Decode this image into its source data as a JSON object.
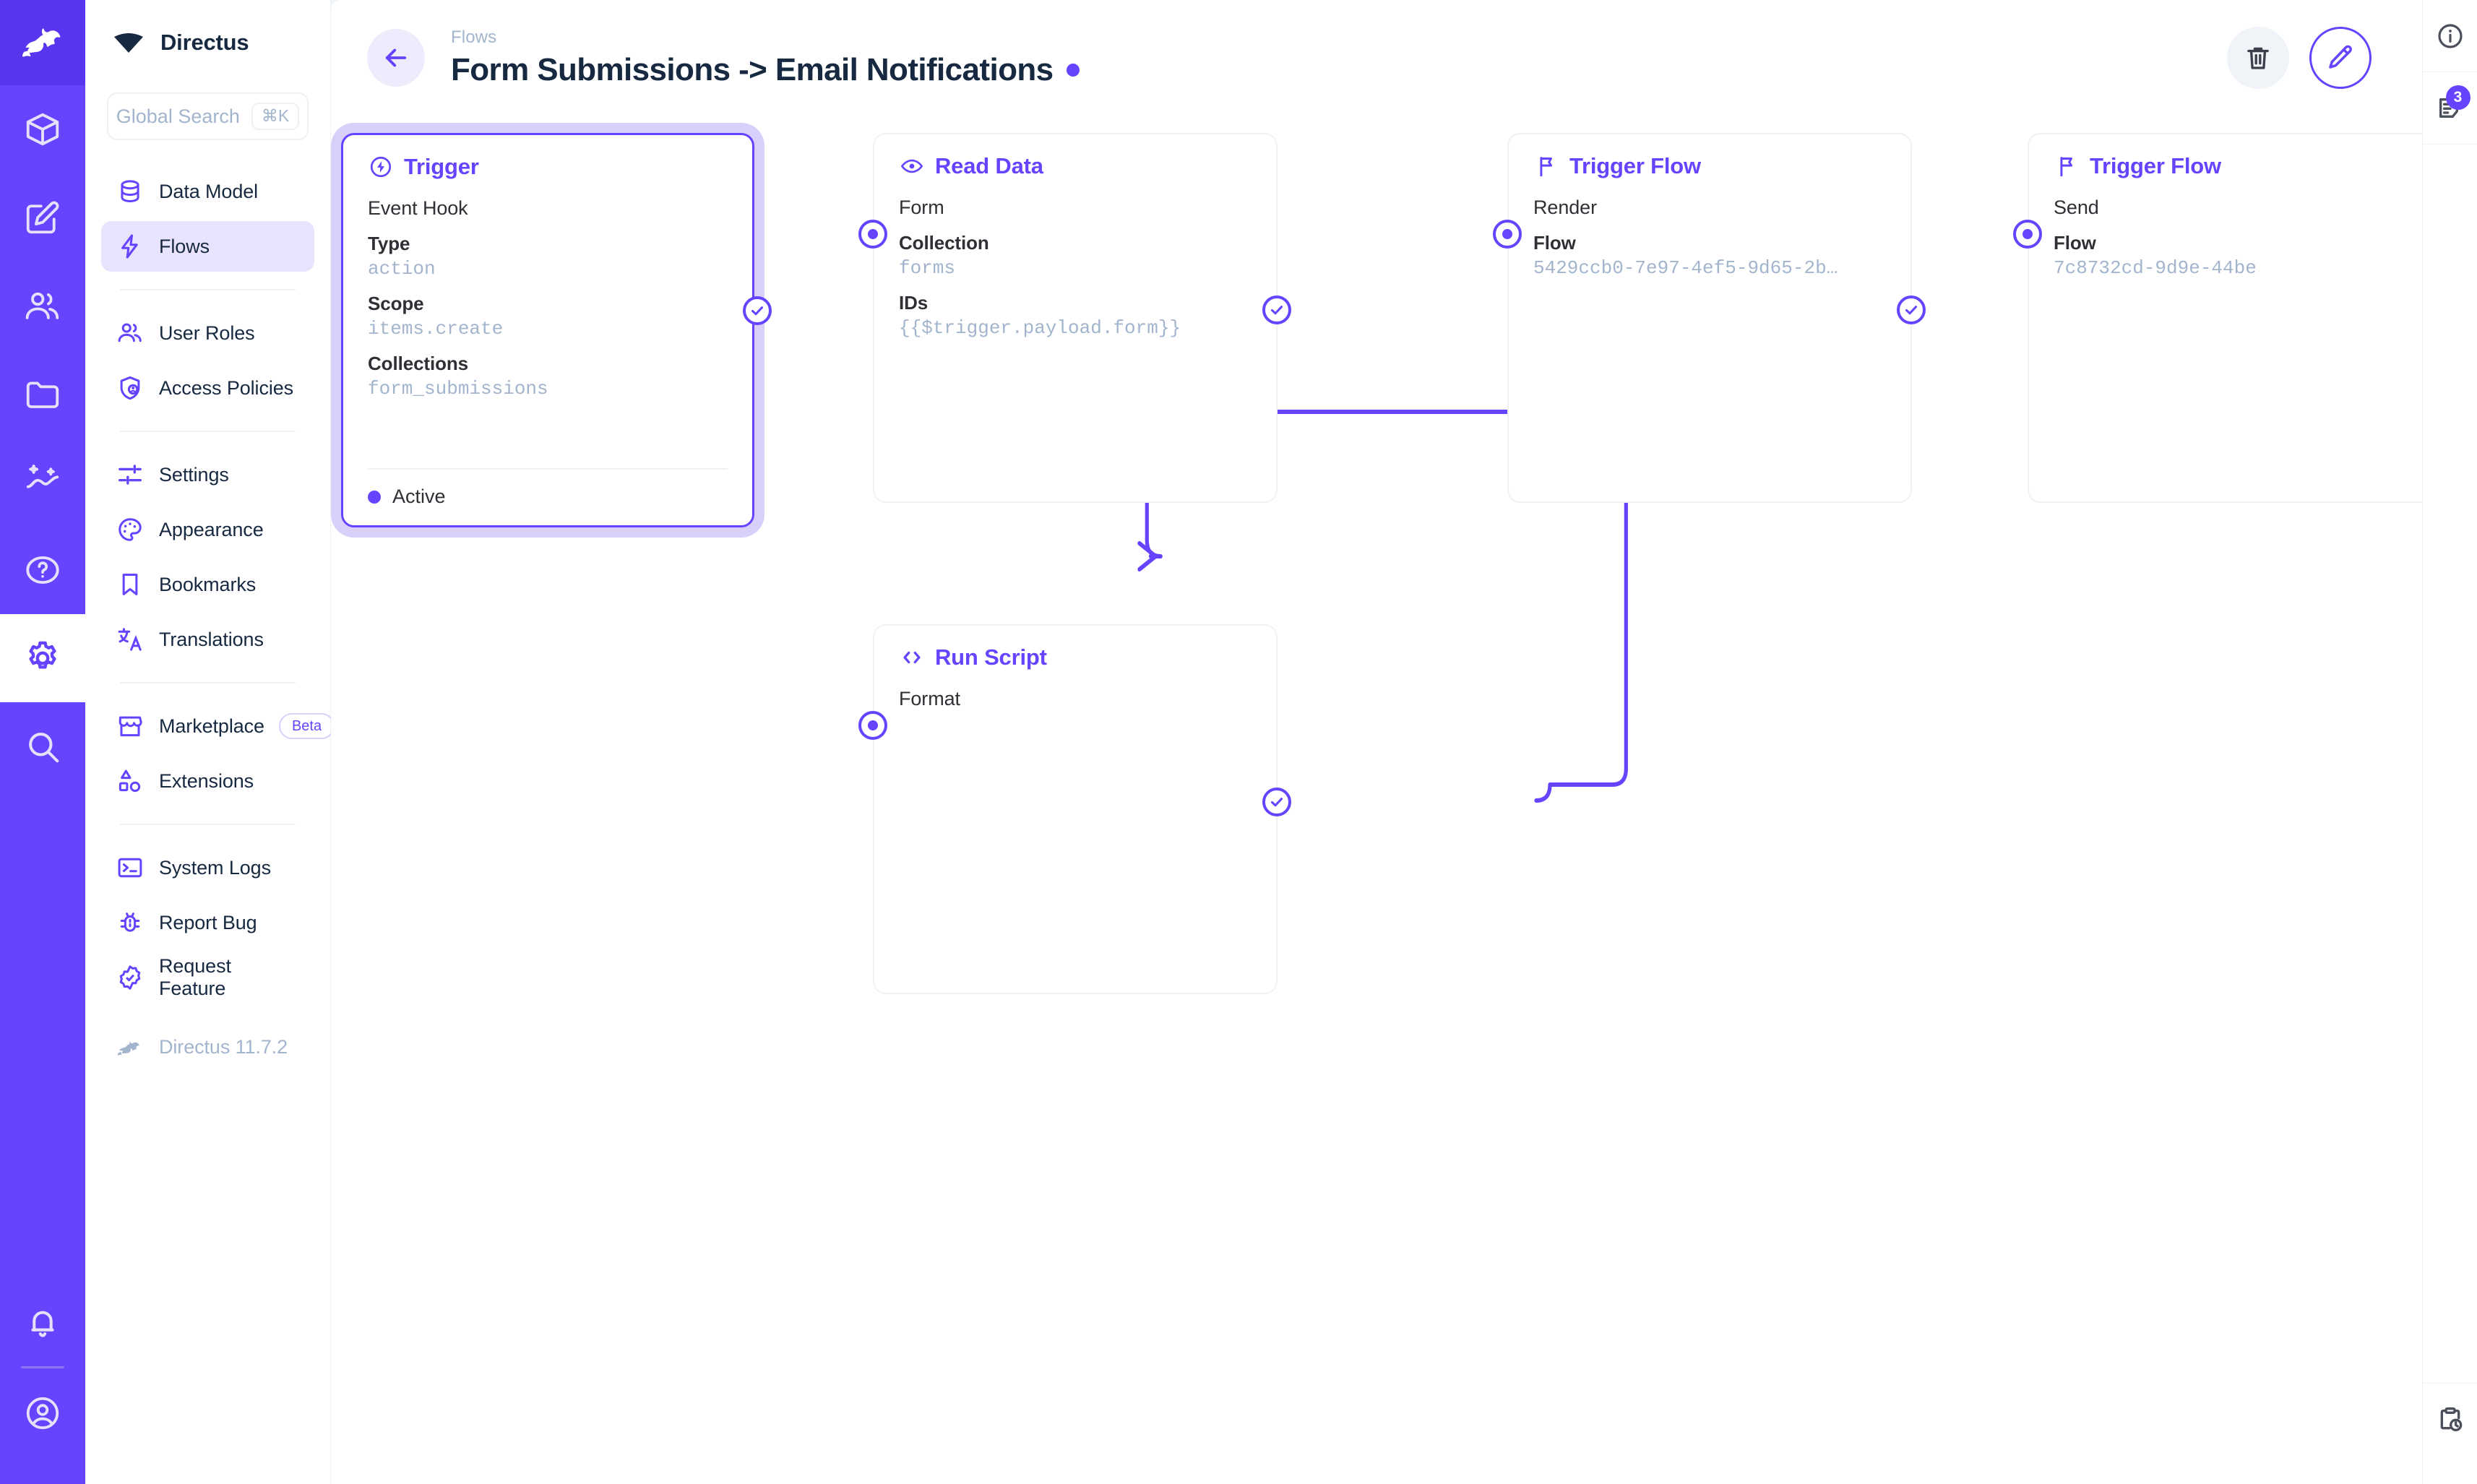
{
  "colors": {
    "brand": "#6644ff",
    "brand_dark": "#5a35f0",
    "selected_halo": "#d8d0fb",
    "muted_text": "#a2b5cd",
    "dark_text": "#172940",
    "canvas": "#ffffff",
    "panel_bg": "#f0f4f9"
  },
  "module_bar": {
    "logo": "directus-rabbit-logo",
    "items": [
      {
        "name": "content",
        "icon": "box-icon",
        "active": false
      },
      {
        "name": "editor",
        "icon": "edit-square-icon",
        "active": false
      },
      {
        "name": "users",
        "icon": "people-icon",
        "active": false
      },
      {
        "name": "files",
        "icon": "folder-icon",
        "active": false
      },
      {
        "name": "insights",
        "icon": "insights-icon",
        "active": false
      },
      {
        "name": "docs",
        "icon": "help-circle-icon",
        "active": false
      },
      {
        "name": "settings",
        "icon": "gear-icon",
        "active": true
      },
      {
        "name": "search",
        "icon": "search-icon",
        "active": false
      }
    ],
    "bottom": [
      {
        "name": "notifications",
        "icon": "bell-icon"
      },
      {
        "name": "account",
        "icon": "user-circle-icon"
      }
    ]
  },
  "sidebar": {
    "brand": "Directus",
    "search": {
      "placeholder": "Global Search",
      "shortcut": "⌘K"
    },
    "groups": [
      {
        "items": [
          {
            "label": "Data Model",
            "icon": "database-icon",
            "selected": false
          },
          {
            "label": "Flows",
            "icon": "bolt-icon",
            "selected": true
          }
        ]
      },
      {
        "items": [
          {
            "label": "User Roles",
            "icon": "people-icon",
            "selected": false
          },
          {
            "label": "Access Policies",
            "icon": "shield-person-icon",
            "selected": false
          }
        ]
      },
      {
        "items": [
          {
            "label": "Settings",
            "icon": "tune-icon",
            "selected": false
          },
          {
            "label": "Appearance",
            "icon": "palette-icon",
            "selected": false
          },
          {
            "label": "Bookmarks",
            "icon": "bookmark-icon",
            "selected": false
          },
          {
            "label": "Translations",
            "icon": "translate-icon",
            "selected": false
          }
        ]
      },
      {
        "items": [
          {
            "label": "Marketplace",
            "icon": "storefront-icon",
            "badge": "Beta",
            "selected": false
          },
          {
            "label": "Extensions",
            "icon": "shapes-icon",
            "selected": false
          }
        ]
      },
      {
        "items": [
          {
            "label": "System Logs",
            "icon": "terminal-icon",
            "selected": false
          },
          {
            "label": "Report Bug",
            "icon": "bug-icon",
            "selected": false
          },
          {
            "label": "Request Feature",
            "icon": "verified-icon",
            "selected": false
          }
        ]
      }
    ],
    "version": {
      "label": "Directus 11.7.2",
      "icon": "rabbit-icon"
    }
  },
  "header": {
    "back_icon": "arrow-left-icon",
    "breadcrumb": "Flows",
    "title": "Form Submissions -> Email Notifications",
    "status_dot": "active-indicator",
    "actions": [
      {
        "name": "delete-flow-button",
        "icon": "trash-icon"
      },
      {
        "name": "edit-flow-button",
        "icon": "pencil-icon"
      }
    ]
  },
  "right_rail": {
    "items": [
      {
        "name": "info-sidebar-button",
        "icon": "info-circle-icon",
        "badge": null
      },
      {
        "name": "logs-sidebar-button",
        "icon": "logs-icon",
        "badge": "3"
      }
    ],
    "bottom": {
      "name": "flow-runs-button",
      "icon": "clipboard-clock-icon"
    }
  },
  "canvas": {
    "nodes": [
      {
        "id": "trigger",
        "type_label": "Trigger",
        "type_icon": "bolt-circle-icon",
        "name": "Event Hook",
        "selected": true,
        "fields": [
          {
            "key": "Type",
            "value": "action"
          },
          {
            "key": "Scope",
            "value": "items.create"
          },
          {
            "key": "Collections",
            "value": "form_submissions"
          }
        ],
        "footer": {
          "status": "Active",
          "dot": "active-dot"
        }
      },
      {
        "id": "read-data",
        "type_label": "Read Data",
        "type_icon": "eye-icon",
        "name": "Form",
        "selected": false,
        "fields": [
          {
            "key": "Collection",
            "value": "forms"
          },
          {
            "key": "IDs",
            "value": "{{$trigger.payload.form}}"
          }
        ]
      },
      {
        "id": "run-script",
        "type_label": "Run Script",
        "type_icon": "code-brackets-icon",
        "name": "Format",
        "selected": false,
        "fields": []
      },
      {
        "id": "trigger-flow-render",
        "type_label": "Trigger Flow",
        "type_icon": "flag-icon",
        "name": "Render",
        "selected": false,
        "fields": [
          {
            "key": "Flow",
            "value": "5429ccb0-7e97-4ef5-9d65-2b…"
          }
        ]
      },
      {
        "id": "trigger-flow-send",
        "type_label": "Trigger Flow",
        "type_icon": "flag-icon",
        "name": "Send",
        "selected": false,
        "fields": [
          {
            "key": "Flow",
            "value": "7c8732cd-9d9e-44be"
          }
        ]
      }
    ]
  }
}
